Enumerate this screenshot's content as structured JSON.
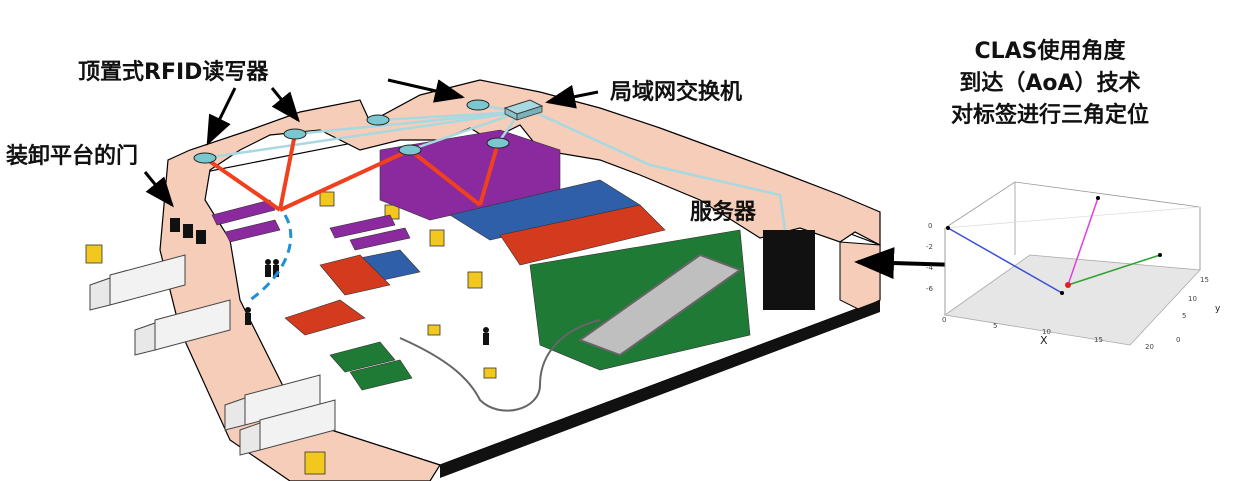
{
  "labels": {
    "ceiling_readers": "顶置式RFID读写器",
    "dock_doors": "装卸平台的门",
    "lan_switch": "局域网交换机",
    "server": "服务器"
  },
  "caption": {
    "line1": "CLAS使用角度",
    "line2": "到达（AoA）技术",
    "line3": "对标签进行三角定位"
  },
  "plot3d": {
    "x_axis_label": "X",
    "y_axis_label": "y",
    "x_ticks": [
      "0",
      "5",
      "10",
      "15",
      "20"
    ],
    "y_ticks": [
      "0",
      "5",
      "10",
      "15"
    ],
    "z_ticks": [
      "0",
      "-2",
      "-4",
      "-6"
    ]
  },
  "colors": {
    "wall": "#f5cdb9",
    "rfid_link": "#f0401e",
    "network_link": "#a8d8e0",
    "purple_pallet": "#8b2a9e",
    "blue_pallet": "#2f5fa8",
    "red_pallet": "#d33a1e",
    "green_rack": "#1f7a35",
    "forklift": "#f2c81e"
  }
}
